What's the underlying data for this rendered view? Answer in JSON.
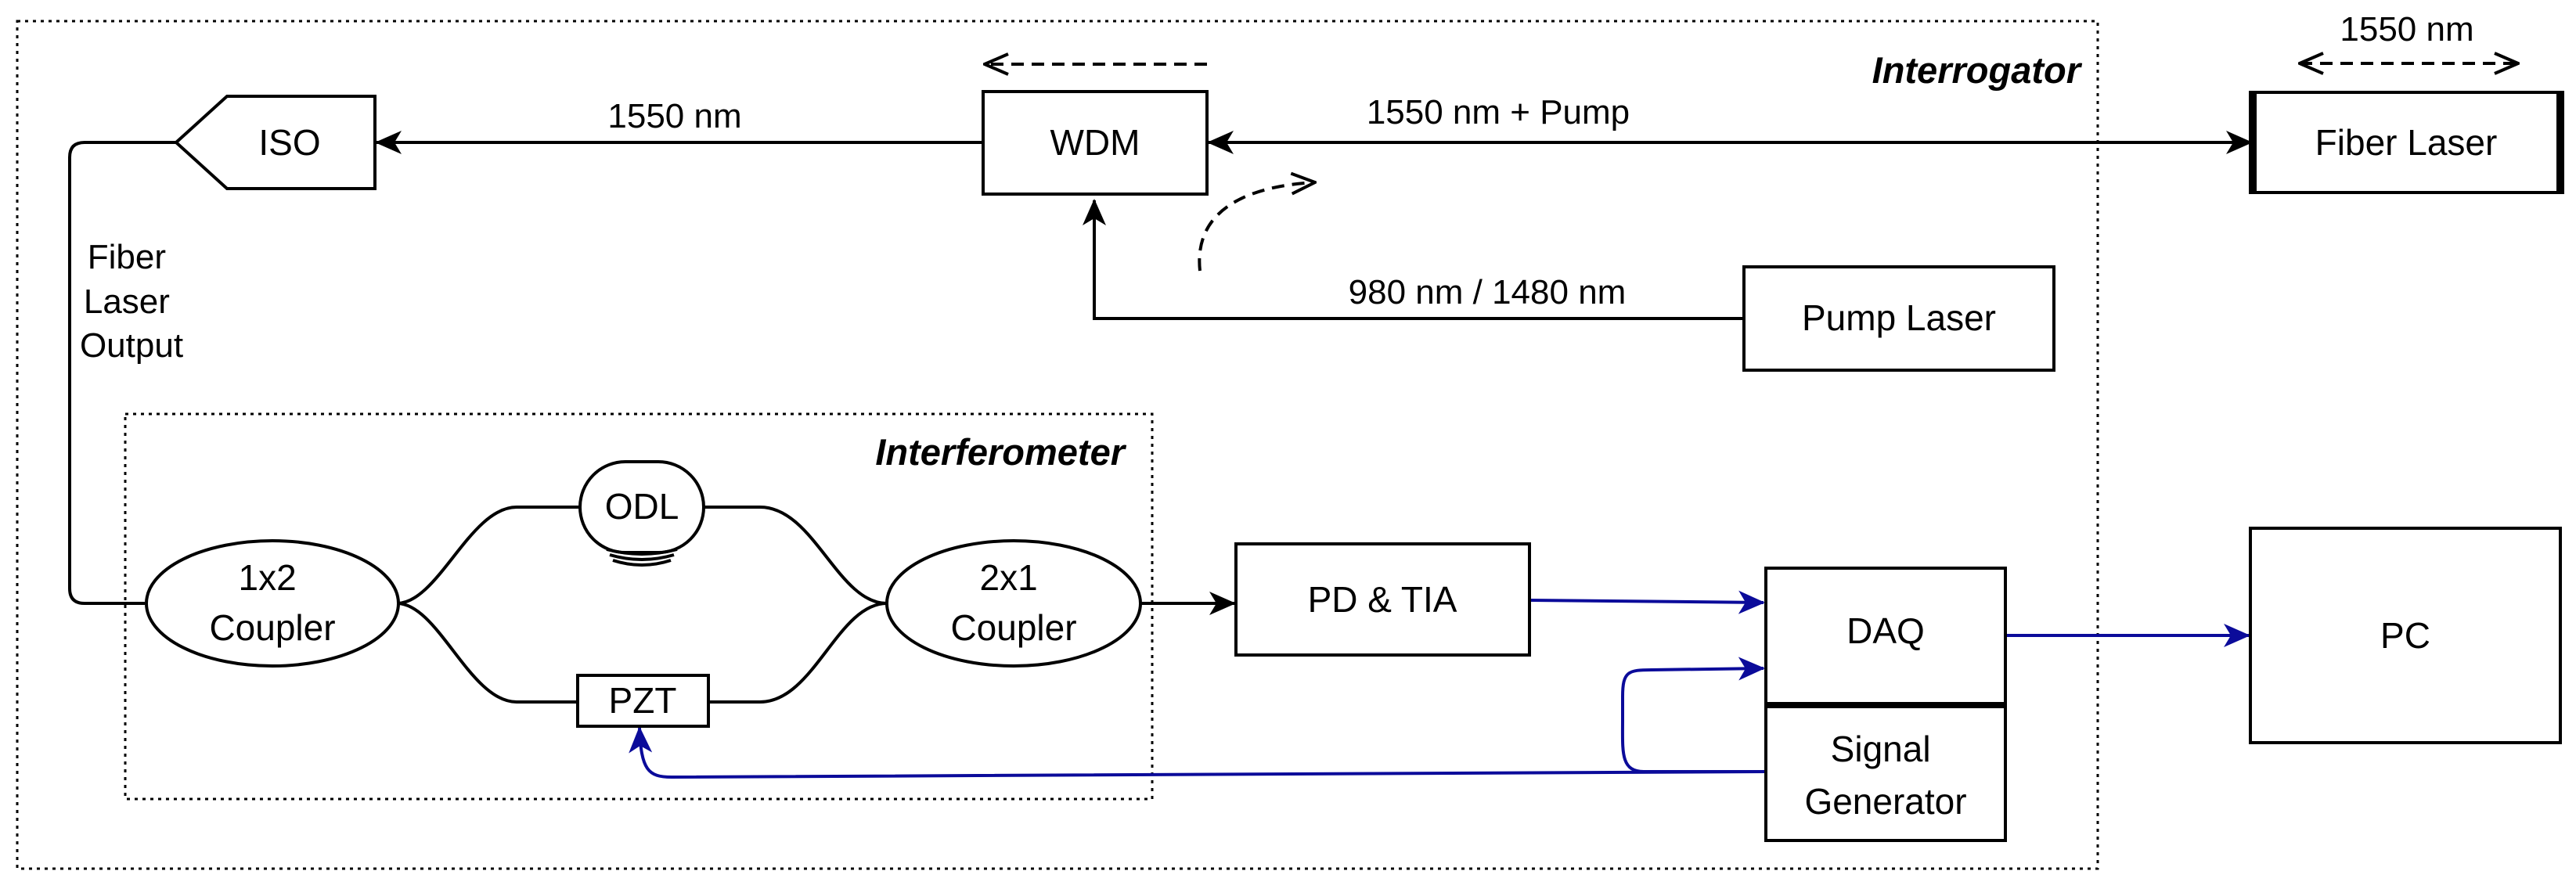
{
  "groups": {
    "interrogator": "Interrogator",
    "interferometer": "Interferometer"
  },
  "blocks": {
    "iso": "ISO",
    "wdm": "WDM",
    "fiber_laser": "Fiber Laser",
    "pump_laser": "Pump Laser",
    "coupler_1x2": [
      "1x2",
      "Coupler"
    ],
    "coupler_2x1": [
      "2x1",
      "Coupler"
    ],
    "odl": "ODL",
    "pzt": "PZT",
    "pd_tia": "PD & TIA",
    "daq": "DAQ",
    "signal_generator": [
      "Signal",
      "Generator"
    ],
    "pc": "PC"
  },
  "labels": {
    "wavelength_1550_top": "1550 nm",
    "wavelength_1550_iso": "1550 nm",
    "wavelength_1550_pump": "1550 nm + Pump",
    "pump_wavelength": "980 nm / 1480 nm",
    "fiber_laser_output": [
      "Fiber",
      "Laser",
      "Output"
    ]
  },
  "colors": {
    "optical_path": "#000000",
    "electrical_path": "#0b0b9a"
  }
}
